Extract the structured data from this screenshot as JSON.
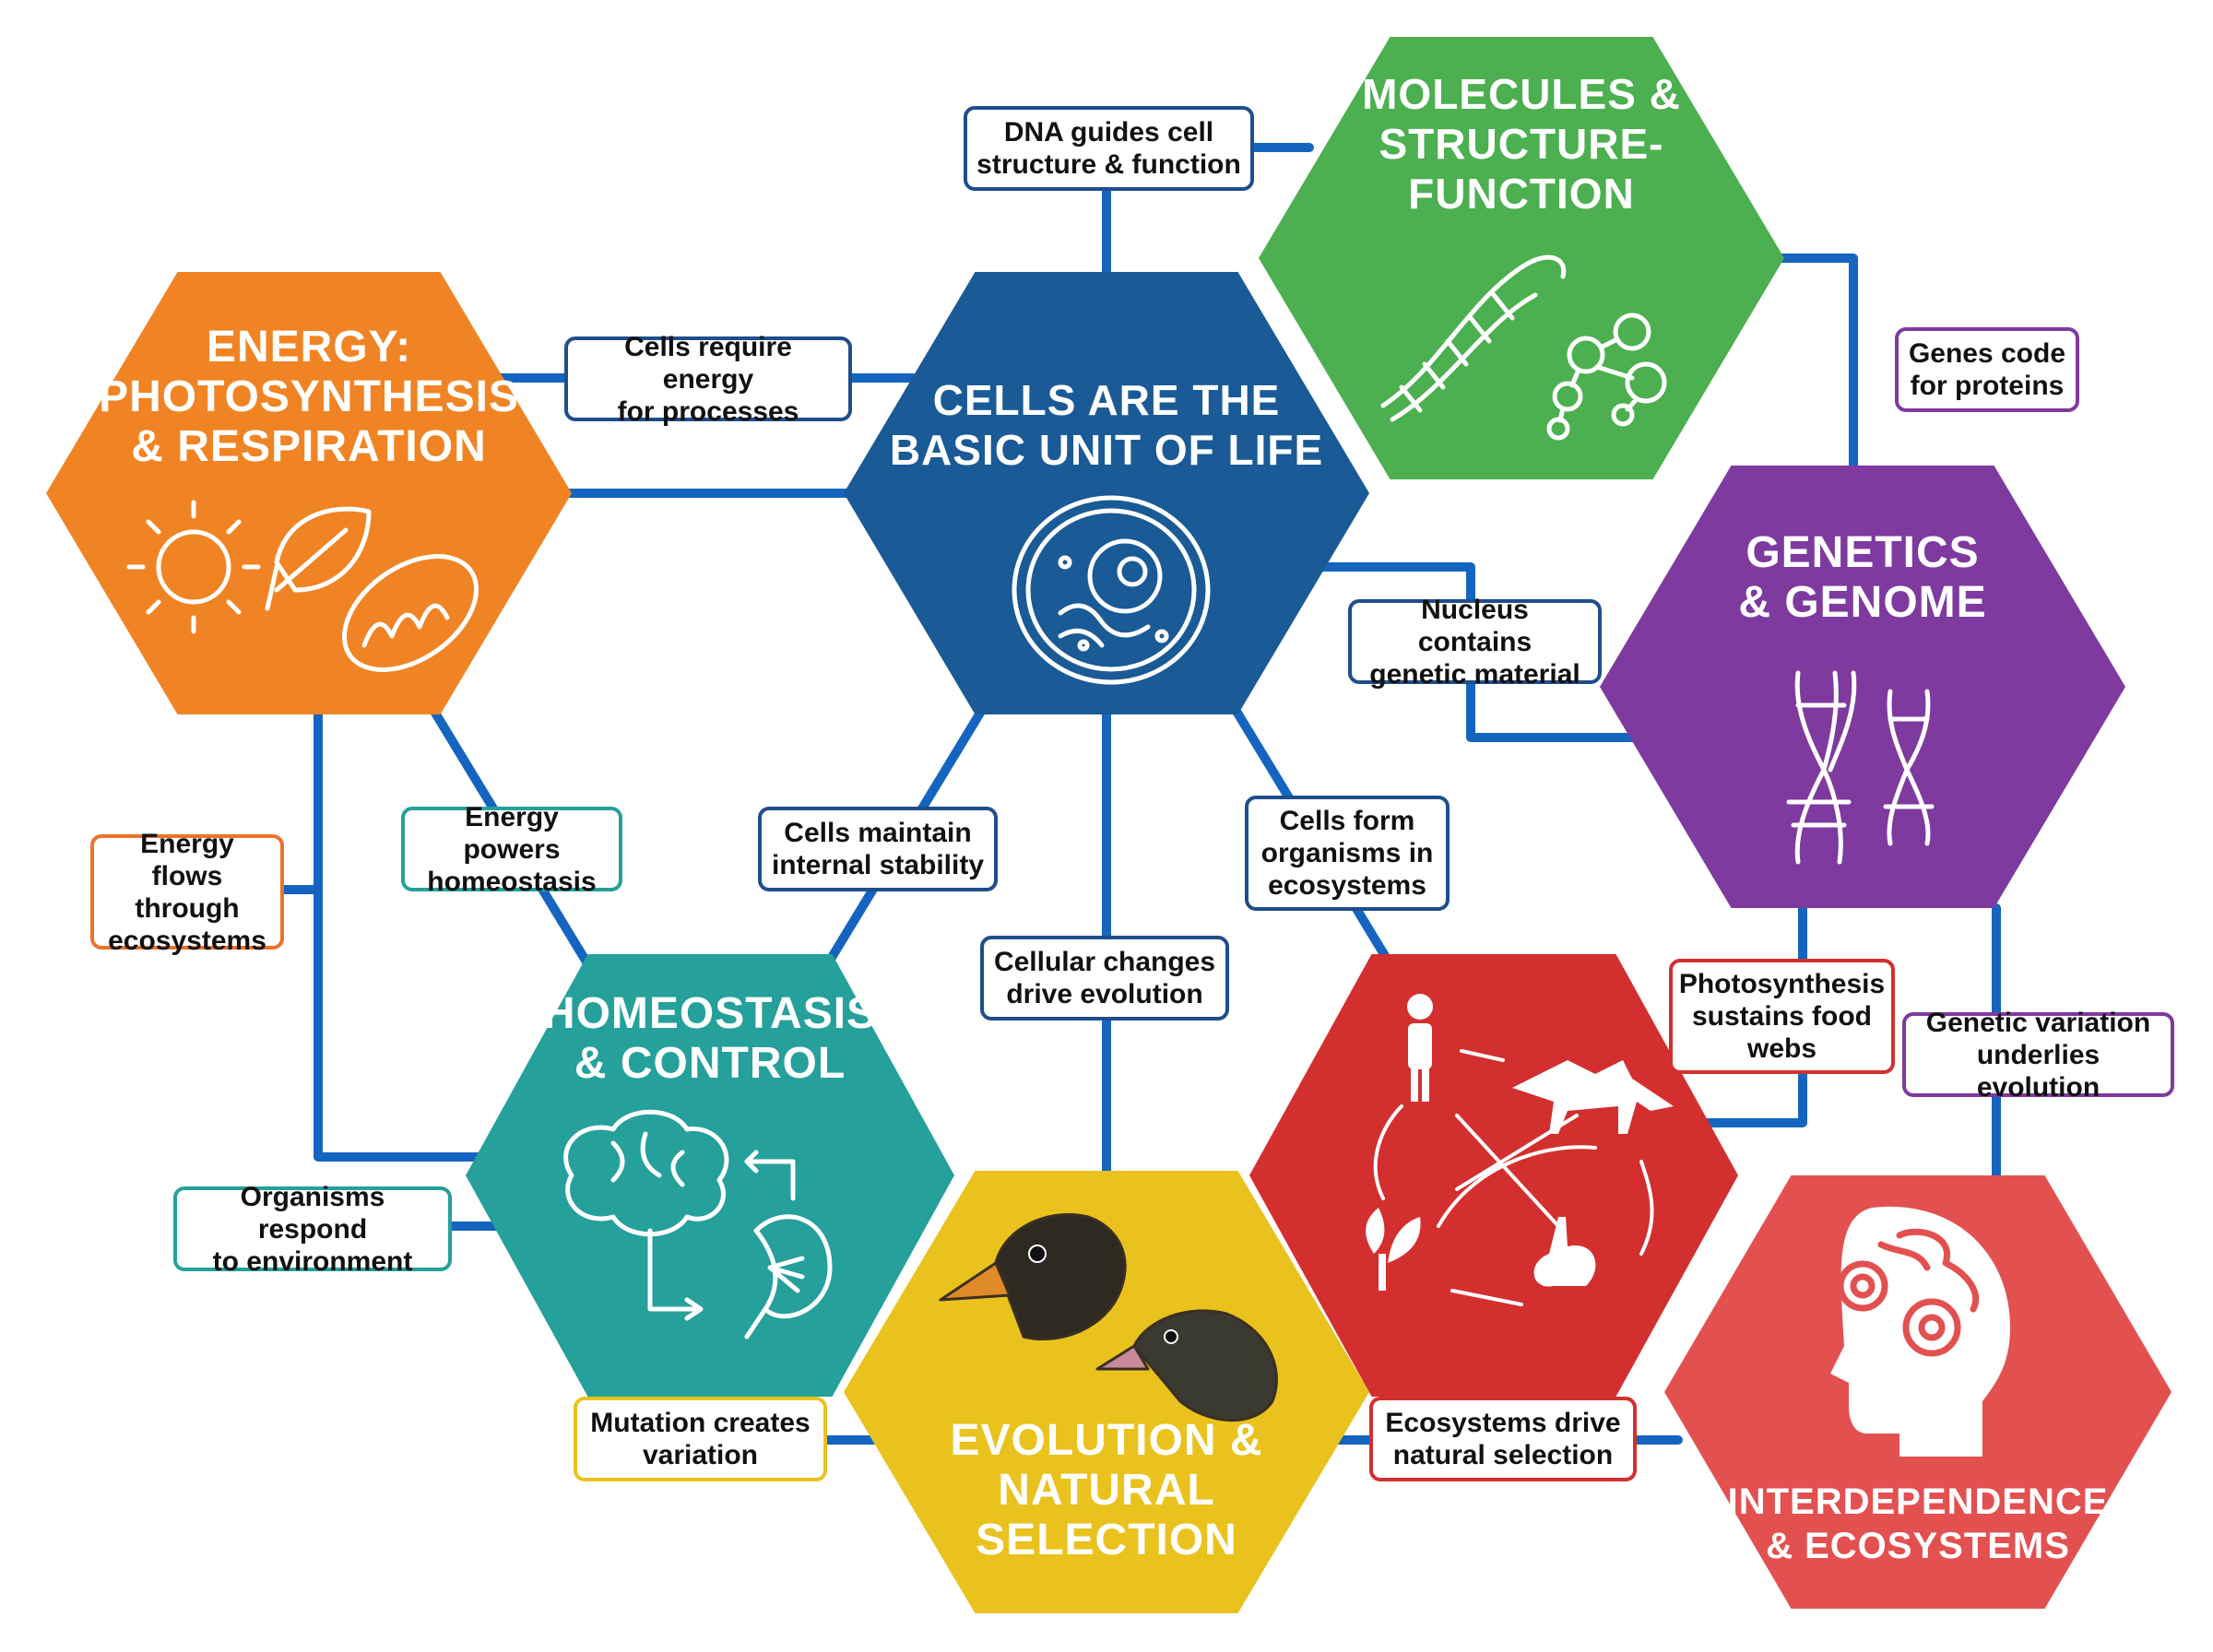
{
  "colors": {
    "connector": "#1565c0",
    "cells": "#1a5a96",
    "molecules": "#4caf50",
    "energy": "#f08424",
    "genetics": "#7e3a9e",
    "homeostasis": "#26a09a",
    "ecosystem": "#d32f2f",
    "evolution": "#e9c21e",
    "interdependence": "#e35050"
  },
  "nodes": {
    "cells": {
      "title": "CELLS ARE THE\nBASIC UNIT OF LIFE",
      "icon": "cell-icon"
    },
    "molecules": {
      "title": "MOLECULES &\nSTRUCTURE-\nFUNCTION",
      "icon": "dna-molecule-icon"
    },
    "energy": {
      "title": "ENERGY:\nPHOTOSYNTHESIS\n& RESPIRATION",
      "icon": "sun-leaf-mitochondria-icon"
    },
    "genetics": {
      "title": "GENETICS\n& GENOME",
      "icon": "chromosome-icon"
    },
    "homeostasis": {
      "title": "HOMEOSTASIS\n& CONTROL",
      "icon": "brain-kidney-icon"
    },
    "ecosystem": {
      "title": "",
      "icon": "food-web-icon"
    },
    "evolution": {
      "title": "EVOLUTION &\nNATURAL\nSELECTION",
      "icon": "finch-icon"
    },
    "interdependence": {
      "title": "INTERDEPENDENCE\n& ECOSYSTEMS",
      "icon": "head-gears-icon"
    }
  },
  "links": {
    "dna_guides": {
      "text": "DNA guides cell\nstructure & function",
      "color": "#1f4e8c"
    },
    "cells_require_energy": {
      "text": "Cells require energy\nfor processes",
      "color": "#1f4e8c"
    },
    "genes_code": {
      "text": "Genes code\nfor proteins",
      "color": "#7e3a9e"
    },
    "nucleus_contains": {
      "text": "Nucleus contains\ngenetic material",
      "color": "#1f4e8c"
    },
    "energy_flows": {
      "text": "Energy flows\nthrough\necosystems",
      "color": "#e8742c"
    },
    "energy_powers": {
      "text": "Energy powers\nhomeostasis",
      "color": "#26a09a"
    },
    "cells_maintain": {
      "text": "Cells maintain\ninternal stability",
      "color": "#1f4e8c"
    },
    "cells_form": {
      "text": "Cells form\norganisms in\necosystems",
      "color": "#1f4e8c"
    },
    "cellular_changes": {
      "text": "Cellular changes\ndrive evolution",
      "color": "#1f4e8c"
    },
    "photosynthesis_sustains": {
      "text": "Photosynthesis\nsustains food\nwebs",
      "color": "#d32f2f"
    },
    "genetic_variation": {
      "text": "Genetic variation\nunderlies evolution",
      "color": "#7e3a9e"
    },
    "organisms_respond": {
      "text": "Organisms respond\nto environment",
      "color": "#26a09a"
    },
    "mutation_creates": {
      "text": "Mutation creates\nvariation",
      "color": "#e9c21e"
    },
    "ecosystems_drive": {
      "text": "Ecosystems drive\nnatural selection",
      "color": "#d32f2f"
    }
  }
}
